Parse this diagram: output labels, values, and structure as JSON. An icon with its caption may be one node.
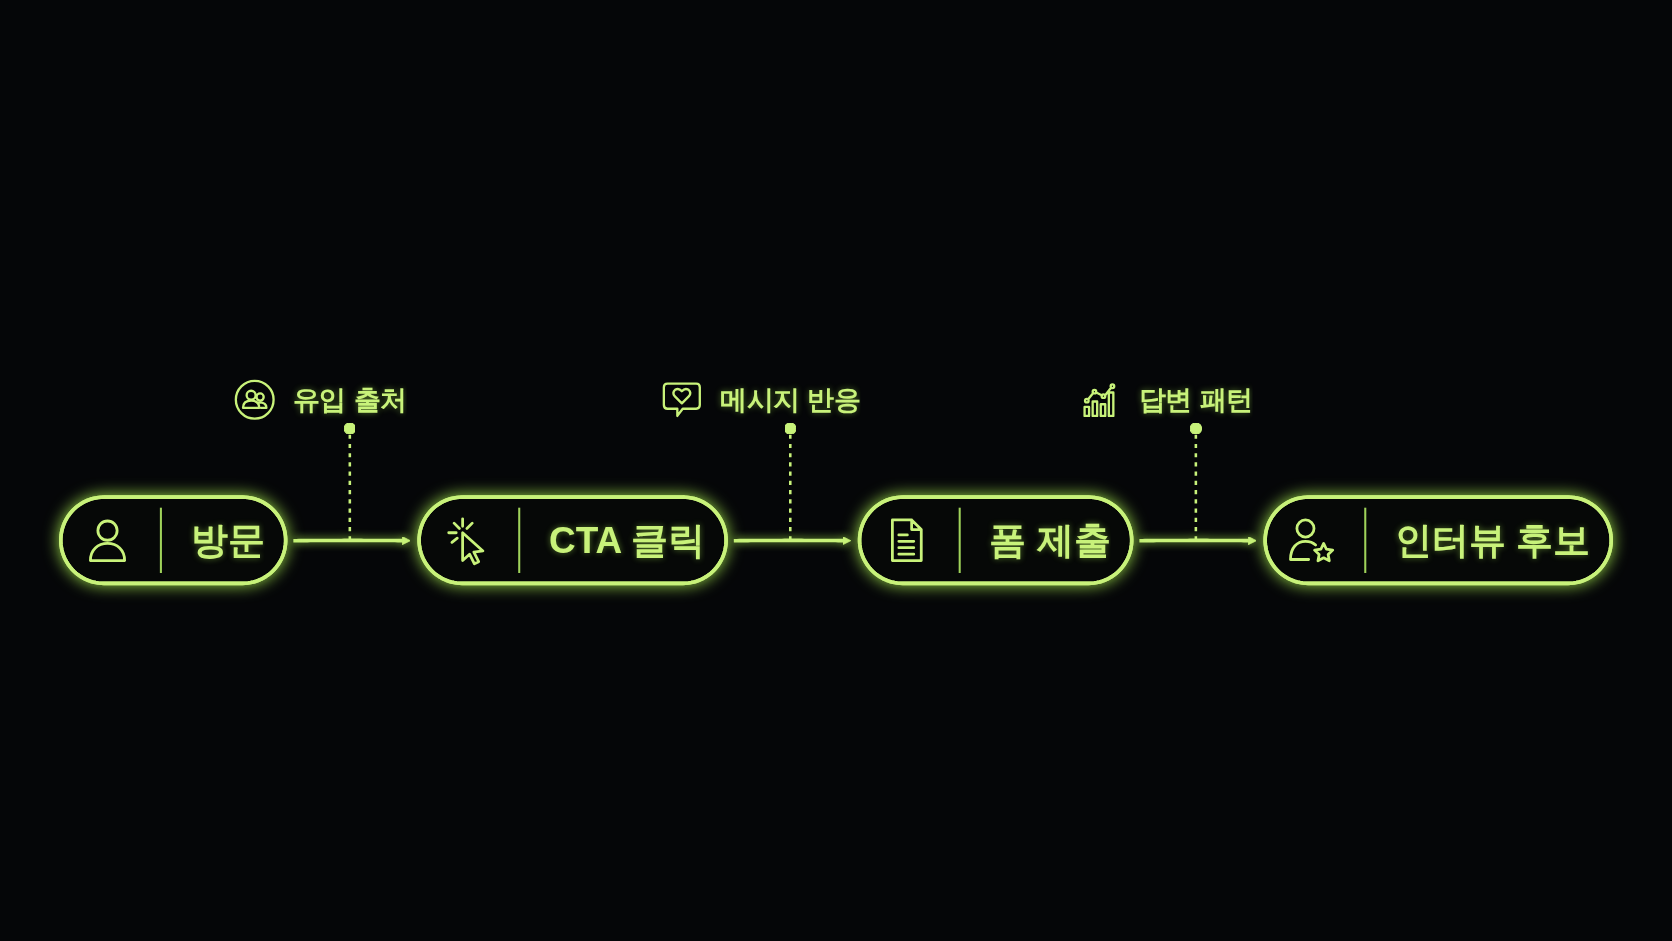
{
  "diagram": {
    "nodes": [
      {
        "text": [
          "방문"
        ]
      },
      {
        "text": [
          "CTA 클릭"
        ]
      },
      {
        "text": [
          "폼 제출"
        ]
      },
      {
        "text": [
          "인터뷰 후보"
        ]
      },
      {
        "text": [
          "유입 출처"
        ]
      },
      {
        "text": [
          "메시지 반응"
        ]
      },
      {
        "text": [
          "답변 패턴"
        ]
      }
    ],
    "edges": [
      {
        "from": 0,
        "to": 1,
        "arrow": "to"
      },
      {
        "from": 1,
        "to": 2,
        "arrow": "to"
      },
      {
        "from": 2,
        "to": 3,
        "arrow": "to"
      },
      {
        "from": 4,
        "to": null,
        "arrow": "other",
        "style": "dashed"
      },
      {
        "from": 5,
        "to": null,
        "arrow": "other",
        "style": "dashed"
      },
      {
        "from": 6,
        "to": null,
        "arrow": "other",
        "style": "dashed"
      }
    ]
  }
}
